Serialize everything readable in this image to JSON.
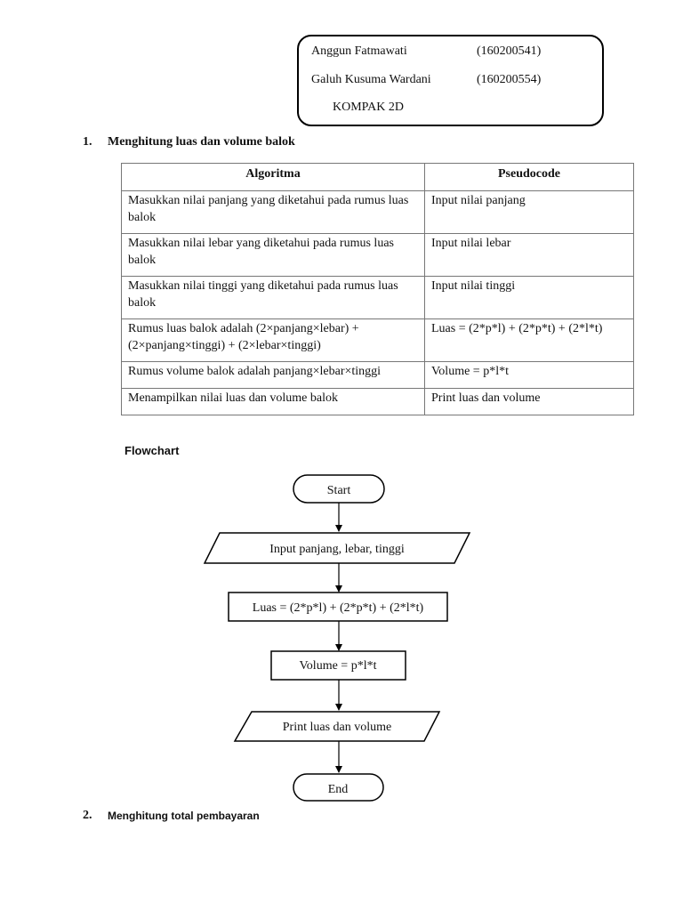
{
  "header_box": {
    "members": [
      {
        "name": "Anggun Fatmawati",
        "id": "(160200541)"
      },
      {
        "name": "Galuh Kusuma Wardani",
        "id": "(160200554)"
      }
    ],
    "group": "KOMPAK 2D"
  },
  "section1": {
    "number": "1.",
    "title": "Menghitung luas dan volume balok"
  },
  "table": {
    "headers": [
      "Algoritma",
      "Pseudocode"
    ],
    "rows": [
      {
        "algoritma": "Masukkan nilai panjang yang diketahui pada rumus luas balok",
        "pseudocode": "Input nilai panjang"
      },
      {
        "algoritma": "Masukkan nilai lebar yang diketahui pada rumus luas balok",
        "pseudocode": "Input nilai lebar"
      },
      {
        "algoritma": "Masukkan nilai tinggi yang diketahui pada rumus luas balok",
        "pseudocode": "Input nilai tinggi"
      },
      {
        "algoritma": "Rumus luas balok adalah (2×panjang×lebar) + (2×panjang×tinggi) + (2×lebar×tinggi)",
        "pseudocode": "Luas = (2*p*l) + (2*p*t) + (2*l*t)"
      },
      {
        "algoritma": "Rumus volume balok adalah panjang×lebar×tinggi",
        "pseudocode": "Volume = p*l*t"
      },
      {
        "algoritma": "Menampilkan nilai luas dan volume balok",
        "pseudocode": "Print luas dan volume"
      }
    ]
  },
  "flowchart": {
    "label": "Flowchart",
    "start": "Start",
    "input": "Input panjang, lebar, tinggi",
    "process_luas": "Luas = (2*p*l) + (2*p*t) + (2*l*t)",
    "process_volume": "Volume = p*l*t",
    "output": "Print luas dan volume",
    "end": "End"
  },
  "section2": {
    "number": "2.",
    "title": "Menghitung total pembayaran"
  }
}
